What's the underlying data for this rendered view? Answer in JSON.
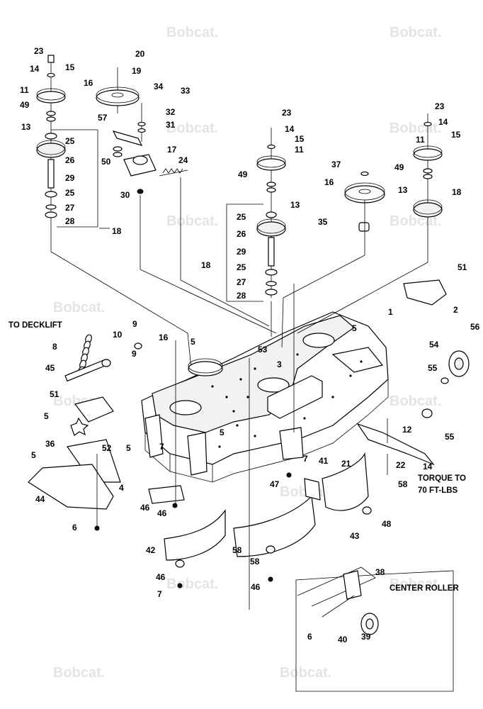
{
  "watermark": {
    "text": "Bobcat."
  },
  "captions": {
    "to_decklift": "TO DECKLIFT",
    "torque_line1": "TORQUE TO",
    "torque_line2": "70 FT-LBS",
    "center_roller": "CENTER ROLLER"
  },
  "callouts": [
    "23",
    "14",
    "15",
    "11",
    "49",
    "13",
    "25",
    "26",
    "29",
    "25",
    "27",
    "28",
    "18",
    "20",
    "19",
    "16",
    "57",
    "34",
    "33",
    "32",
    "31",
    "50",
    "17",
    "24",
    "30",
    "23",
    "14",
    "15",
    "11",
    "49",
    "13",
    "25",
    "26",
    "29",
    "25",
    "27",
    "28",
    "18",
    "37",
    "16",
    "35",
    "23",
    "14",
    "15",
    "11",
    "49",
    "13",
    "18",
    "51",
    "2",
    "1",
    "5",
    "56",
    "54",
    "55",
    "55",
    "9",
    "10",
    "9",
    "8",
    "45",
    "16",
    "5",
    "53",
    "3",
    "51",
    "5",
    "36",
    "52",
    "5",
    "5",
    "7",
    "5",
    "4",
    "44",
    "46",
    "46",
    "6",
    "7",
    "47",
    "41",
    "21",
    "12",
    "14",
    "22",
    "58",
    "48",
    "43",
    "42",
    "58",
    "58",
    "46",
    "46",
    "7",
    "38",
    "6",
    "40",
    "39"
  ]
}
